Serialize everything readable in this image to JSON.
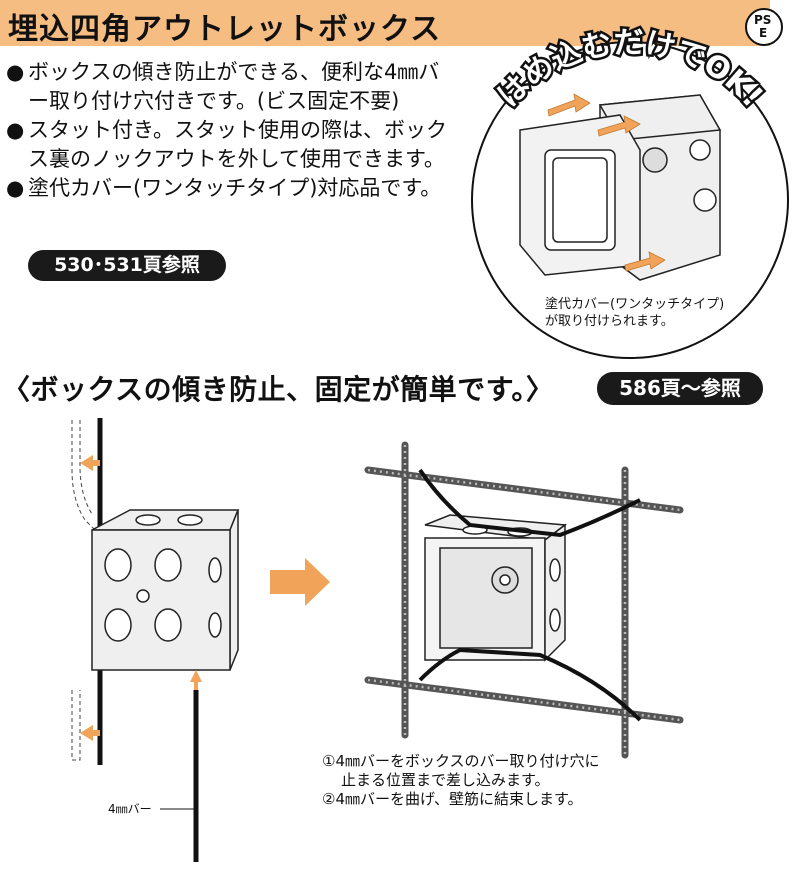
{
  "header": {
    "title": "埋込四角アウトレットボックス",
    "pse_mark": {
      "top": "PS",
      "bottom": "E"
    }
  },
  "features": [
    {
      "bullet": "●",
      "text": "ボックスの傾き防止ができる、便利な4㎜バー取り付け穴付きです。(ビス固定不要)"
    },
    {
      "bullet": "●",
      "text": "スタット付き。スタット使用の際は、ボックス裏のノックアウトを外して使用できます。"
    },
    {
      "bullet": "●",
      "text": "塗代カバー(ワンタッチタイプ)対応品です。"
    }
  ],
  "ref_pages_1": "530･531頁参照",
  "illustration_top": {
    "arc_text": "はめ込むだけでOK!",
    "caption_line1": "塗代カバー(ワンタッチタイプ)",
    "caption_line2": "が取り付けられます。"
  },
  "section2": {
    "heading": "〈ボックスの傾き防止、固定が簡単です。〉",
    "ref_pages_2": "586頁〜参照",
    "bar_label": "4㎜バー",
    "step1_line1": "①4㎜バーをボックスのバー取り付け穴に",
    "step1_line2": "止まる位置まで差し込みます。",
    "step2": "②4㎜バーを曲げ、壁筋に結束します。"
  },
  "colors": {
    "accent": "#f6bd83",
    "arrow": "#f1a35a",
    "box_fill": "#efefef",
    "line": "#1a1a1a"
  }
}
